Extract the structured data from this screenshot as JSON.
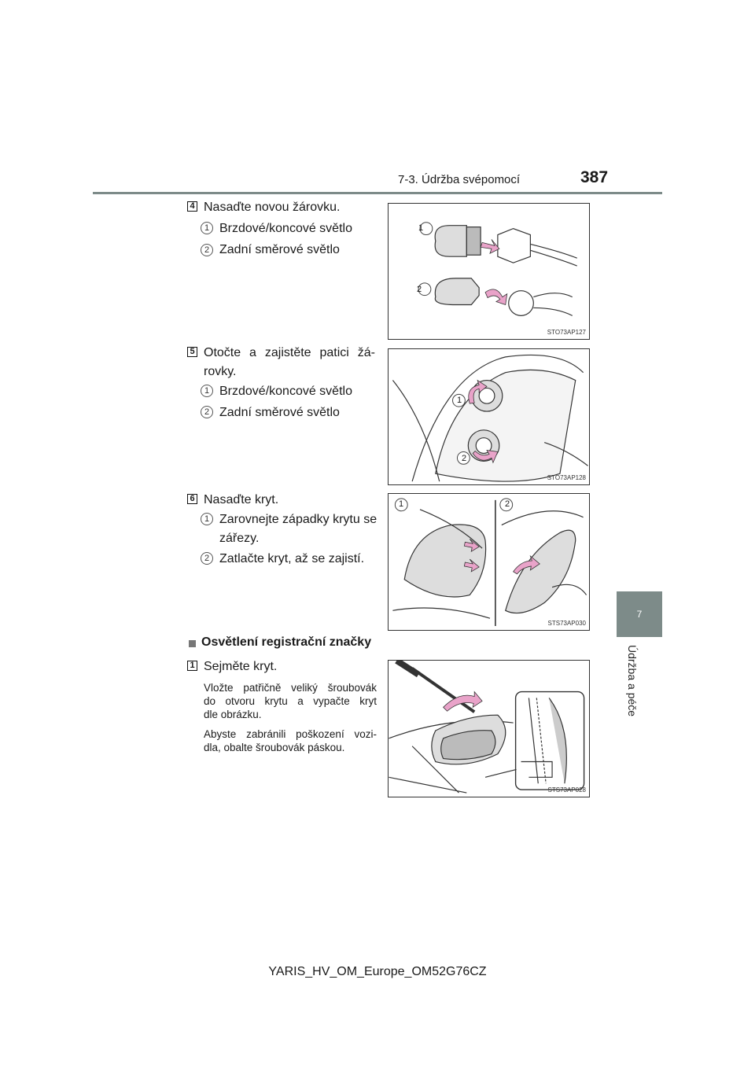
{
  "header": {
    "section": "7-3. Údržba svépomocí",
    "page": "387"
  },
  "side": {
    "chapter": "7",
    "label": "Údržba a péče"
  },
  "step4": {
    "num": "4",
    "text": "Nasaďte novou žárovku.",
    "items": [
      {
        "n": "1",
        "text": "Brzdové/koncové světlo"
      },
      {
        "n": "2",
        "text": "Zadní směrové světlo"
      }
    ],
    "figure": {
      "code": "STO73AP127",
      "callouts": [
        "1",
        "2"
      ]
    }
  },
  "step5": {
    "num": "5",
    "line1": "Otočte a zajistěte patici žá-",
    "line2": "rovky.",
    "items": [
      {
        "n": "1",
        "text": "Brzdové/koncové světlo"
      },
      {
        "n": "2",
        "text": "Zadní směrové světlo"
      }
    ],
    "figure": {
      "code": "STO73AP128",
      "callouts": [
        "1",
        "2"
      ]
    }
  },
  "step6": {
    "num": "6",
    "text": "Nasaďte kryt.",
    "item1": {
      "n": "1",
      "line1": "Zarovnejte západky krytu se",
      "line2": "zářezy."
    },
    "item2": {
      "n": "2",
      "text": "Zatlačte kryt, až se zajistí."
    },
    "figure": {
      "code": "STS73AP030",
      "callouts": [
        "1",
        "2"
      ]
    }
  },
  "section_title": "Osvětlení registrační značky",
  "step1": {
    "num": "1",
    "text": "Sejměte kryt.",
    "note1": [
      "Vložte patřičně veliký šroubovák",
      "do otvoru krytu a vypačte kryt",
      "dle obrázku."
    ],
    "note2": [
      "Abyste zabránili poškození vozi-",
      "dla, obalte šroubovák páskou."
    ],
    "figure": {
      "code": "STS73AP028"
    }
  },
  "footer": "YARIS_HV_OM_Europe_OM52G76CZ",
  "colors": {
    "accent": "#7d8b89",
    "arrow": "#e9a3c9"
  }
}
